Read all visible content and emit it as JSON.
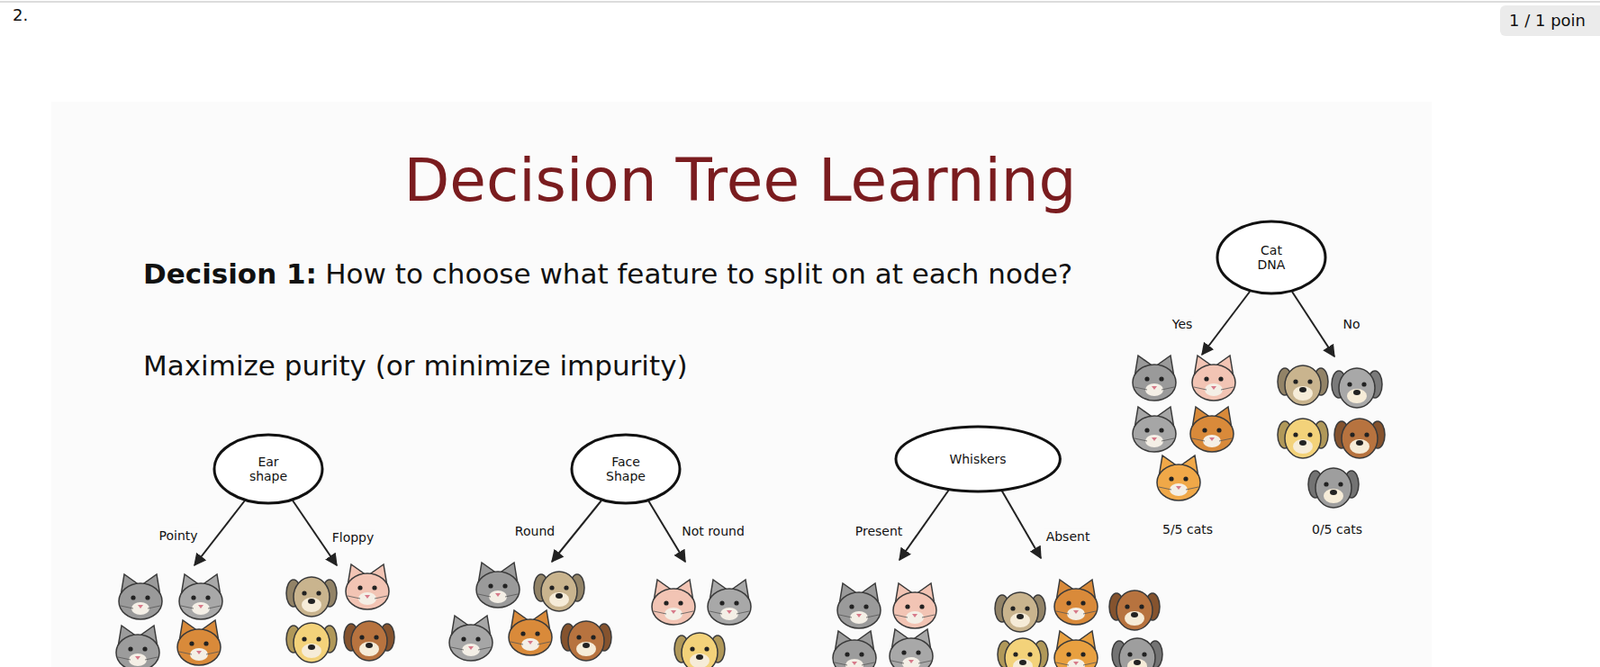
{
  "diagram": {
    "title": "Decision Tree Learning",
    "nodes": [
      {
        "text": [
          "1 / 1 poin"
        ]
      },
      {
        "text": [
          "Ear shape"
        ]
      },
      {
        "text": [
          "Face Shape"
        ]
      },
      {
        "text": [
          "Whiskers"
        ]
      },
      {
        "text": [
          "Cat DNA"
        ]
      }
    ],
    "labels": [
      "2.",
      "Decision 1:",
      "How to choose what feature to split on at each node?",
      "Maximize purity (or minimize impurity)",
      "Pointy",
      "Floppy",
      "Round",
      "Not round",
      "Present",
      "Absent",
      "Yes",
      "No",
      "5/5 cats",
      "0/5 cats"
    ]
  }
}
